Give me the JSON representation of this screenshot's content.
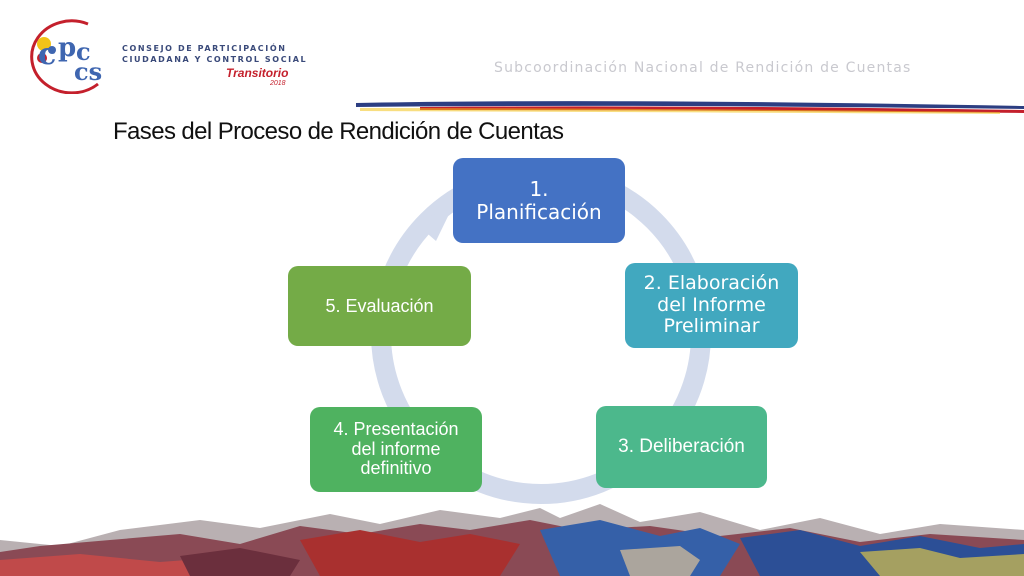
{
  "header": {
    "logo": {
      "mark_text": "CPCCS",
      "line1": "CONSEJO DE PARTICIPACIÓN",
      "line2": "CIUDADANA Y CONTROL SOCIAL",
      "transitorio": "Transitorio",
      "year": "2018",
      "colors": {
        "red": "#c4202c",
        "navy": "#3a4a7a",
        "yellow": "#f2c318",
        "blue": "#3f66b0"
      }
    },
    "subtitle": "Subcoordinación Nacional de Rendición de Cuentas"
  },
  "title": "Fases del Proceso de Rendición de Cuentas",
  "cycle": {
    "ring_color": "#d3dbec",
    "phases": [
      {
        "label": "1. Planificación",
        "lines": [
          "1.",
          "Planificación"
        ],
        "color": "#4472c4"
      },
      {
        "label": "2. Elaboración del Informe Preliminar",
        "lines": [
          "2. Elaboración",
          "del Informe",
          "Preliminar"
        ],
        "color": "#41a8bf"
      },
      {
        "label": "3. Deliberación",
        "lines": [
          "3. Deliberación"
        ],
        "color": "#4cb88c"
      },
      {
        "label": "4. Presentación del informe definitivo",
        "lines": [
          "4. Presentación",
          "del informe",
          "definitivo"
        ],
        "color": "#4fb260"
      },
      {
        "label": "5. Evaluación",
        "lines": [
          "5. Evaluación"
        ],
        "color": "#74ab47"
      }
    ]
  }
}
